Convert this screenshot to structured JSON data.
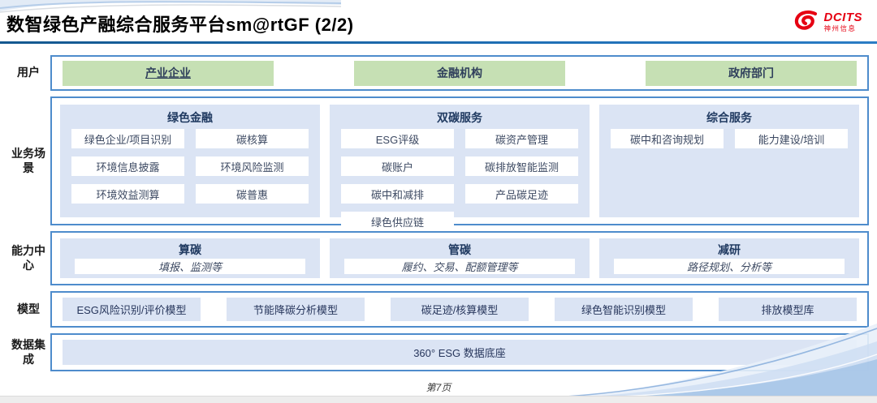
{
  "header": {
    "title": "数智绿色产融综合服务平台sm@rtGF (2/2)",
    "logo_name": "DCITS",
    "logo_subtitle": "神州信息"
  },
  "rows": {
    "users": {
      "label": "用户",
      "items": [
        "产业企业",
        "金融机构",
        "政府部门"
      ]
    },
    "scenarios": {
      "label": "业务场景",
      "columns": [
        {
          "title": "绿色金融",
          "items": [
            "绿色企业/项目识别",
            "碳核算",
            "环境信息披露",
            "环境风险监测",
            "环境效益测算",
            "碳普惠"
          ]
        },
        {
          "title": "双碳服务",
          "items": [
            "ESG评级",
            "碳资产管理",
            "碳账户",
            "碳排放智能监测",
            "碳中和减排",
            "产品碳足迹",
            "绿色供应链"
          ]
        },
        {
          "title": "综合服务",
          "items": [
            "碳中和咨询规划",
            "能力建设/培训"
          ]
        }
      ]
    },
    "capabilities": {
      "label": "能力中心",
      "items": [
        {
          "title": "算碳",
          "desc": "填报、监测等"
        },
        {
          "title": "管碳",
          "desc": "履约、交易、配额管理等"
        },
        {
          "title": "减研",
          "desc": "路径规划、分析等"
        }
      ]
    },
    "models": {
      "label": "模型",
      "items": [
        "ESG风险识别/评价模型",
        "节能降碳分析模型",
        "碳足迹/核算模型",
        "绿色智能识别模型",
        "排放模型库"
      ]
    },
    "data_integration": {
      "label": "数据集成",
      "items": [
        "360° ESG 数据底座"
      ]
    }
  },
  "footer": {
    "page_label": "第7页"
  },
  "colors": {
    "accent_blue_border": "#4e8ccc",
    "panel_blue": "#dbe4f4",
    "chip_green": "#c6e0b4",
    "brand_red": "#e60012",
    "title_rule_blue": "#1f6fb5"
  }
}
